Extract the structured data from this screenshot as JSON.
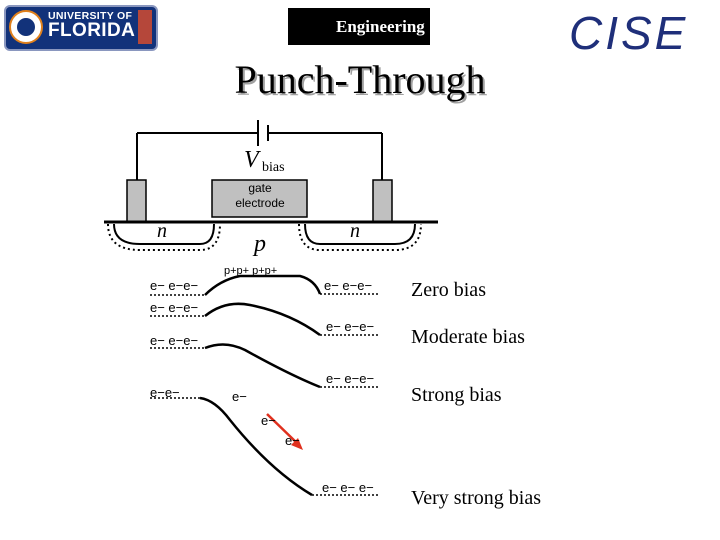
{
  "logos": {
    "uf_line1": "UNIVERSITY OF",
    "uf_line2": "FLORIDA",
    "engineering": "Engineering",
    "cise": "CISE"
  },
  "title": "Punch-Through",
  "circuit": {
    "v_main": "V",
    "v_sub": "bias",
    "gate_line1": "gate",
    "gate_line2": "electrode",
    "n_left": "n",
    "p_body": "p",
    "n_right": "n"
  },
  "bands": {
    "zero_left": "e− e−e−",
    "zero_p": "p+p+ p+p+",
    "zero_right": "e− e−e−",
    "moderate_left": "e− e−e−",
    "moderate_right": "e− e−e−",
    "strong_left": "e− e−e−",
    "strong_right": "e− e−e−",
    "vs_left": "e−e−",
    "vs_mid1": "e−",
    "vs_mid2": "e−",
    "vs_mid3": "e−",
    "vs_right": "e− e− e−"
  },
  "labels": {
    "zero": "Zero bias",
    "moderate": "Moderate bias",
    "strong": "Strong bias",
    "very_strong": "Very strong bias"
  },
  "colors": {
    "arrow": "#e0301e",
    "uf_blue": "#12327a",
    "cise_blue": "#1f2f7a"
  }
}
